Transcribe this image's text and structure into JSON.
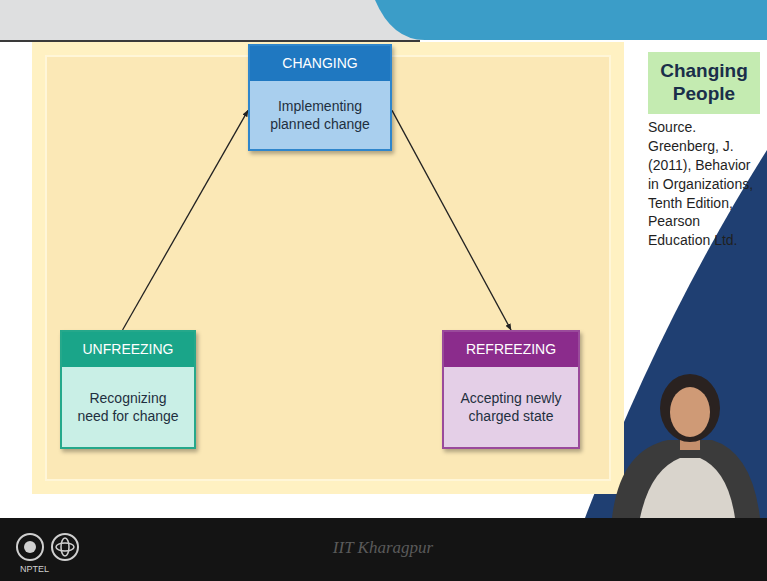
{
  "diagram": {
    "nodes": [
      {
        "text": [
          "CHANGING",
          "Implementing planned change"
        ]
      },
      {
        "text": [
          "UNFREEZING",
          "Recognizing need for change"
        ]
      },
      {
        "text": [
          "REFREEZING",
          "Accepting newly charged state"
        ]
      },
      {
        "text": [
          "Changing People"
        ]
      }
    ],
    "edges": [
      {
        "from": 1,
        "to": 0,
        "arrow": "to"
      },
      {
        "from": 0,
        "to": 2,
        "arrow": "to"
      }
    ],
    "labels": [
      "Source. Greenberg, J. (2011), Behavior in Organizations, Tenth Edition, Pearson Education Ltd.",
      "IIT Kharagpur",
      "NPTEL"
    ]
  }
}
